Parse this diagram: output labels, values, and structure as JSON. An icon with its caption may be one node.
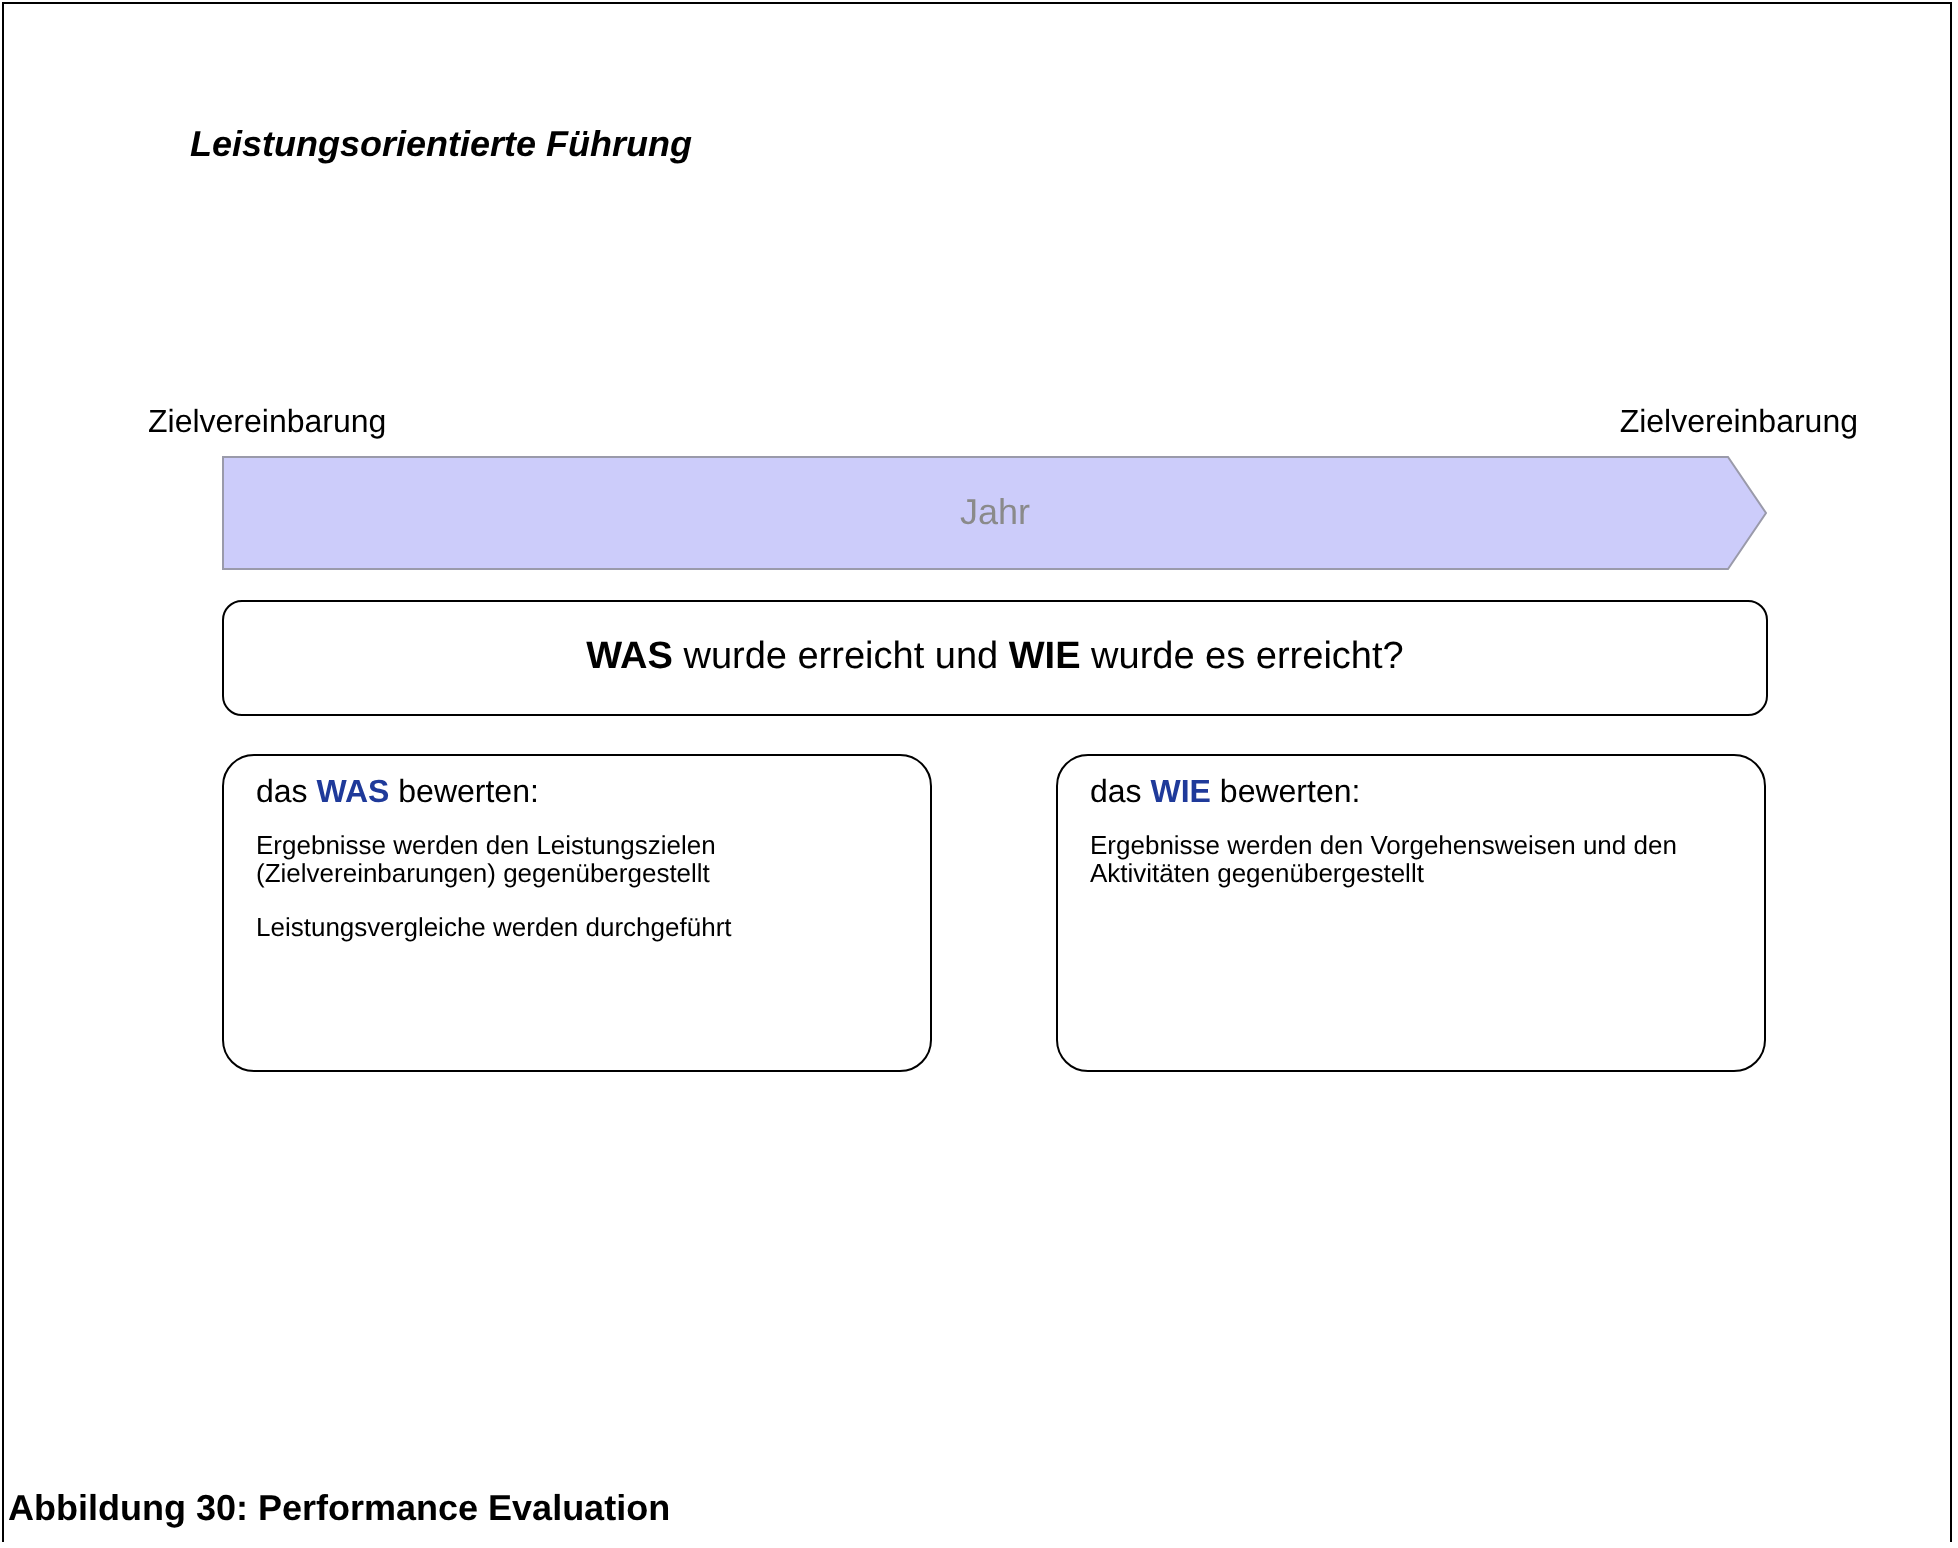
{
  "diagram": {
    "title": "Leistungsorientierte Führung",
    "caption": "Abbildung 30: Performance Evaluation",
    "nodes": [
      {
        "text": [
          "Jahr"
        ]
      },
      {
        "text": [
          "**WAS** wurde erreicht und **WIE** wurde es erreicht?"
        ]
      },
      {
        "text": [
          "das **WAS** bewerten:",
          "Ergebnisse werden den Leistungszielen (Zielvereinbarungen) gegenübergestellt",
          "Leistungsvergleiche werden durchgeführt"
        ]
      },
      {
        "text": [
          "das **WIE** bewerten:",
          "Ergebnisse werden den Vorgehensweisen und den Aktivitäten gegenübergestellt"
        ]
      }
    ],
    "edges": [],
    "labels": [
      "Zielvereinbarung",
      "Zielvereinbarung"
    ]
  }
}
